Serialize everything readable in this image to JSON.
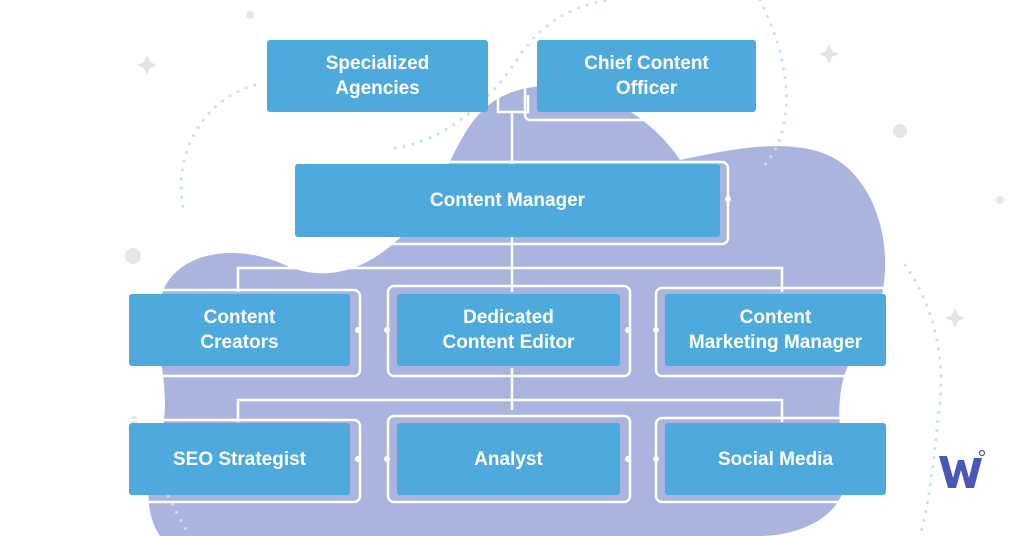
{
  "diagram": {
    "nodes": {
      "specialized_agencies": "Specialized\nAgencies",
      "chief_content_officer": "Chief Content\nOfficer",
      "content_manager": "Content Manager",
      "content_creators": "Content\nCreators",
      "dedicated_content_editor": "Dedicated\nContent Editor",
      "content_marketing_manager": "Content\nMarketing Manager",
      "seo_strategist": "SEO Strategist",
      "analyst": "Analyst",
      "social_media": "Social Media"
    },
    "edges": [
      [
        "specialized_agencies",
        "content_manager"
      ],
      [
        "chief_content_officer",
        "content_manager"
      ],
      [
        "content_manager",
        "content_creators"
      ],
      [
        "content_manager",
        "dedicated_content_editor"
      ],
      [
        "content_manager",
        "content_marketing_manager"
      ],
      [
        "dedicated_content_editor",
        "seo_strategist"
      ],
      [
        "dedicated_content_editor",
        "analyst"
      ],
      [
        "dedicated_content_editor",
        "social_media"
      ]
    ]
  },
  "colors": {
    "node_fill": "#4ea9dc",
    "node_text": "#ffffff",
    "blob": "#aab4df",
    "line": "#ffffff",
    "dots": "#bfe3f2",
    "logo": "#4a56b8"
  },
  "icons": [
    "brand-w-logo-icon",
    "sparkle-icon"
  ]
}
